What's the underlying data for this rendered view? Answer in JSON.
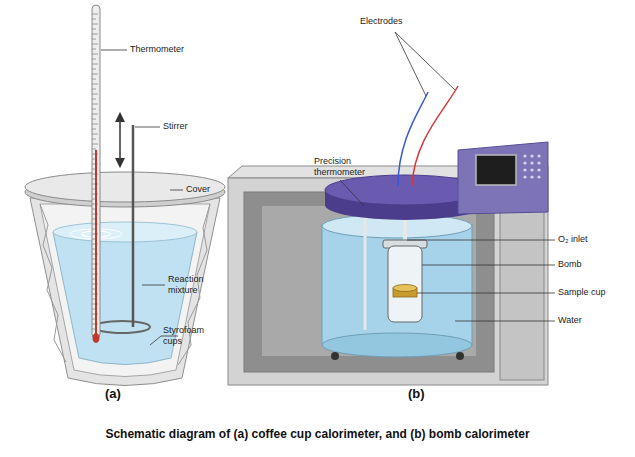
{
  "diagram": {
    "caption": "Schematic diagram of (a) coffee cup calorimeter, and (b) bomb calorimeter",
    "labels": [
      "Thermometer",
      "Stirrer",
      "Cover",
      "Reaction mixture",
      "Styrofoam cups",
      "(a)",
      "Electrodes",
      "Precision thermometer",
      "O₂ inlet",
      "Bomb",
      "Sample cup",
      "Water",
      "(b)"
    ]
  }
}
